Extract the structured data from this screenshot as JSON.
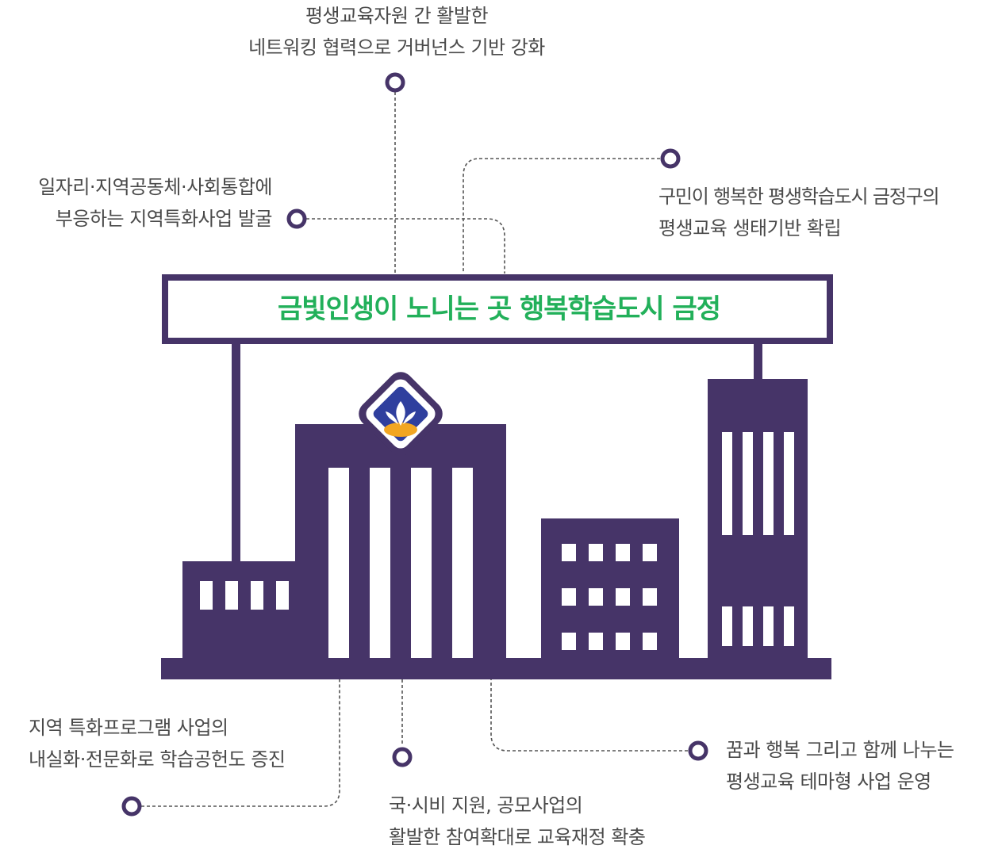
{
  "banner": {
    "title": "금빛인생이 노니는 곳 행복학습도시 금정"
  },
  "goals": {
    "top": [
      "평생교육자원 간 활발한",
      "네트워킹 협력으로 거버넌스 기반 강화"
    ],
    "top_left": [
      "일자리·지역공동체·사회통합에",
      "부응하는 지역특화사업 발굴"
    ],
    "top_right": [
      "구민이  행복한  평생학습도시  금정구의",
      "평생교육 생태기반 확립"
    ],
    "bottom_left": [
      "지역 특화프로그램 사업의",
      "내실화·전문화로 학습공헌도 증진"
    ],
    "bottom_center": [
      "국·시비 지원, 공모사업의",
      "활발한 참여확대로 교육재정 확충"
    ],
    "bottom_right": [
      "꿈과 행복 그리고 함께 나누는",
      "평생교육 테마형 사업 운영"
    ]
  },
  "icons": {
    "emblem": "geumjeong-district-emblem-icon"
  },
  "colors": {
    "building": "#463468",
    "title": "#22b05a",
    "text": "#4a4a4a",
    "line": "#555555",
    "emblem_blue": "#2f3f9e",
    "emblem_orange": "#f2a622"
  }
}
